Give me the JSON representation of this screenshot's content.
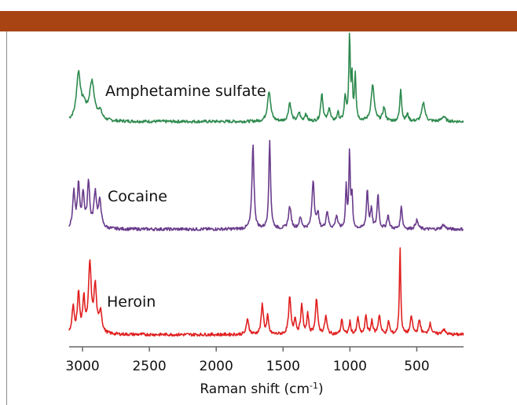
{
  "colors": {
    "header": "#A84414",
    "frame": "#888888",
    "axis": "#666666",
    "text": "#111111"
  },
  "chart_data": {
    "type": "line",
    "xlabel": "Raman shift (cm",
    "xlabel_sup": "-1",
    "xlabel_close": ")",
    "x_reversed": true,
    "xlim": [
      3100,
      150
    ],
    "xticks": [
      3000,
      2500,
      2000,
      1500,
      1000,
      500
    ],
    "xtick_labels": [
      "3000",
      "2500",
      "2000",
      "1500",
      "1000",
      "500"
    ],
    "series": [
      {
        "name": "Amphetamine sulfate",
        "color": "#2E8A4E",
        "baseline": 0.05,
        "peaks": [
          [
            3030,
            0.55,
            18
          ],
          [
            2990,
            0.15,
            20
          ],
          [
            2930,
            0.45,
            22
          ],
          [
            2870,
            0.1,
            18
          ],
          [
            1605,
            0.36,
            14
          ],
          [
            1450,
            0.22,
            12
          ],
          [
            1380,
            0.1,
            10
          ],
          [
            1330,
            0.09,
            10
          ],
          [
            1210,
            0.33,
            10
          ],
          [
            1155,
            0.16,
            9
          ],
          [
            1090,
            0.1,
            8
          ],
          [
            1035,
            0.28,
            8
          ],
          [
            1003,
            1.0,
            6
          ],
          [
            985,
            0.5,
            6
          ],
          [
            960,
            0.55,
            7
          ],
          [
            830,
            0.42,
            14
          ],
          [
            745,
            0.16,
            11
          ],
          [
            620,
            0.38,
            8
          ],
          [
            570,
            0.08,
            10
          ],
          [
            450,
            0.22,
            14
          ],
          [
            300,
            0.06,
            16
          ]
        ]
      },
      {
        "name": "Cocaine",
        "color": "#6A3C8C",
        "baseline": 0.04,
        "peaks": [
          [
            3065,
            0.4,
            10
          ],
          [
            3030,
            0.48,
            10
          ],
          [
            2995,
            0.38,
            10
          ],
          [
            2955,
            0.52,
            10
          ],
          [
            2905,
            0.4,
            12
          ],
          [
            2870,
            0.3,
            12
          ],
          [
            1725,
            0.97,
            9
          ],
          [
            1600,
            1.0,
            8
          ],
          [
            1450,
            0.25,
            12
          ],
          [
            1370,
            0.12,
            12
          ],
          [
            1275,
            0.55,
            10
          ],
          [
            1240,
            0.18,
            8
          ],
          [
            1170,
            0.2,
            10
          ],
          [
            1100,
            0.15,
            10
          ],
          [
            1028,
            0.48,
            6
          ],
          [
            1003,
            0.88,
            6
          ],
          [
            985,
            0.38,
            6
          ],
          [
            870,
            0.44,
            8
          ],
          [
            840,
            0.22,
            8
          ],
          [
            790,
            0.4,
            8
          ],
          [
            715,
            0.15,
            10
          ],
          [
            615,
            0.26,
            8
          ],
          [
            500,
            0.1,
            12
          ],
          [
            300,
            0.05,
            14
          ]
        ]
      },
      {
        "name": "Heroin",
        "color": "#E02020",
        "baseline": 0.04,
        "peaks": [
          [
            3070,
            0.3,
            10
          ],
          [
            3030,
            0.45,
            10
          ],
          [
            2990,
            0.38,
            10
          ],
          [
            2945,
            0.78,
            12
          ],
          [
            2905,
            0.52,
            12
          ],
          [
            2865,
            0.25,
            12
          ],
          [
            1765,
            0.18,
            10
          ],
          [
            1655,
            0.34,
            10
          ],
          [
            1615,
            0.2,
            8
          ],
          [
            1450,
            0.42,
            10
          ],
          [
            1410,
            0.18,
            8
          ],
          [
            1360,
            0.32,
            10
          ],
          [
            1315,
            0.22,
            8
          ],
          [
            1250,
            0.4,
            10
          ],
          [
            1180,
            0.2,
            10
          ],
          [
            1060,
            0.18,
            8
          ],
          [
            1000,
            0.14,
            8
          ],
          [
            940,
            0.2,
            8
          ],
          [
            880,
            0.22,
            8
          ],
          [
            835,
            0.16,
            8
          ],
          [
            780,
            0.22,
            10
          ],
          [
            710,
            0.15,
            8
          ],
          [
            625,
            1.0,
            6
          ],
          [
            540,
            0.2,
            10
          ],
          [
            480,
            0.16,
            10
          ],
          [
            400,
            0.12,
            12
          ],
          [
            300,
            0.06,
            14
          ]
        ]
      }
    ]
  }
}
